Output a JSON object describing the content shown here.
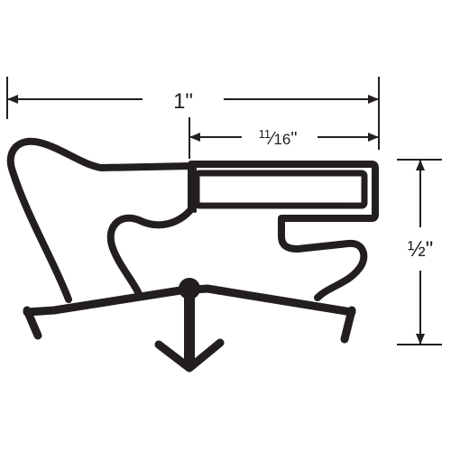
{
  "diagram": {
    "colors": {
      "ink": "#231f20",
      "background": "#ffffff"
    },
    "dimensions": {
      "overall_width": {
        "label": "1\""
      },
      "inner_width": {
        "numerator": "11",
        "slash": "⁄",
        "denominator": "16",
        "inch_mark": "\""
      },
      "height": {
        "label": "½\""
      }
    },
    "profile": {
      "name": "gasket-profile",
      "features": [
        "bulb-chamber",
        "rectangular-dart",
        "arrow-barb-foot",
        "support-legs"
      ]
    }
  }
}
